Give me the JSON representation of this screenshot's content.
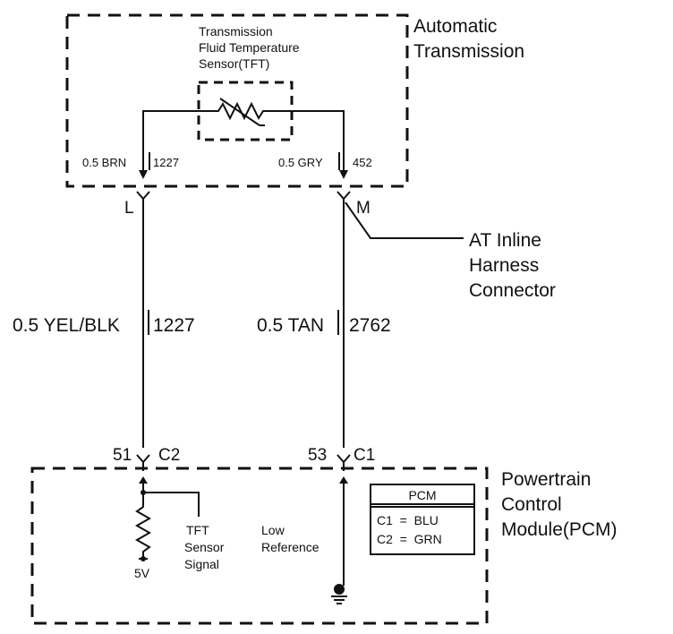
{
  "transmission": {
    "title_line1": "Automatic",
    "title_line2": "Transmission",
    "sensor_line1": "Transmission",
    "sensor_line2": "Fluid Temperature",
    "sensor_line3": "Sensor(TFT)",
    "left_wire_label": "0.5 BRN",
    "left_wire_circuit": "1227",
    "right_wire_label": "0.5 GRY",
    "right_wire_circuit": "452"
  },
  "connector": {
    "pin_left": "L",
    "pin_right": "M",
    "name_line1": "AT Inline",
    "name_line2": "Harness",
    "name_line3": "Connector"
  },
  "harness": {
    "left_wire_label": "0.5 YEL/BLK",
    "left_wire_circuit": "1227",
    "right_wire_label": "0.5 TAN",
    "right_wire_circuit": "2762"
  },
  "pcm": {
    "left_pin": "51",
    "left_connector": "C2",
    "right_pin": "53",
    "right_connector": "C1",
    "title_line1": "Powertrain",
    "title_line2": "Control",
    "title_line3": "Module(PCM)",
    "signal_line1": "TFT",
    "signal_line2": "Sensor",
    "signal_line3": "Signal",
    "voltage": "5V",
    "ref_line1": "Low",
    "ref_line2": "Reference",
    "legend_title": "PCM",
    "legend_row1": "C1  =  BLU",
    "legend_row2": "C2  =  GRN"
  }
}
